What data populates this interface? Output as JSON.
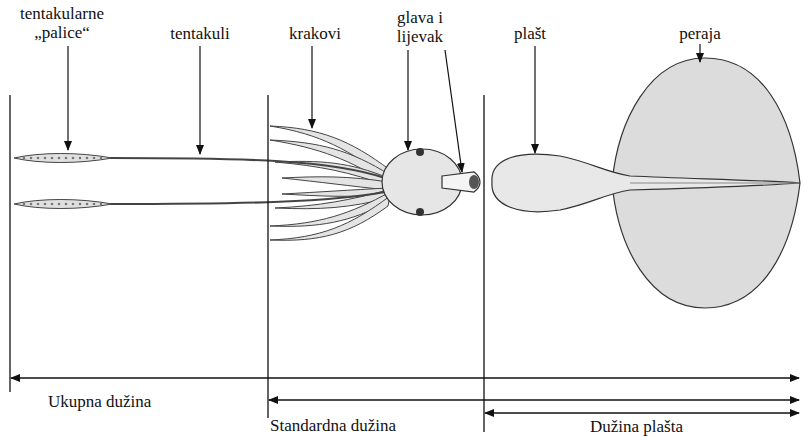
{
  "diagram": {
    "labels": [
      "tentakularne „palice“",
      "tentakuli",
      "krakovi",
      "glava i lijevak",
      "plašt",
      "peraja",
      "Ukupna dužina",
      "Standardna dužina",
      "Dužina plašta"
    ]
  }
}
